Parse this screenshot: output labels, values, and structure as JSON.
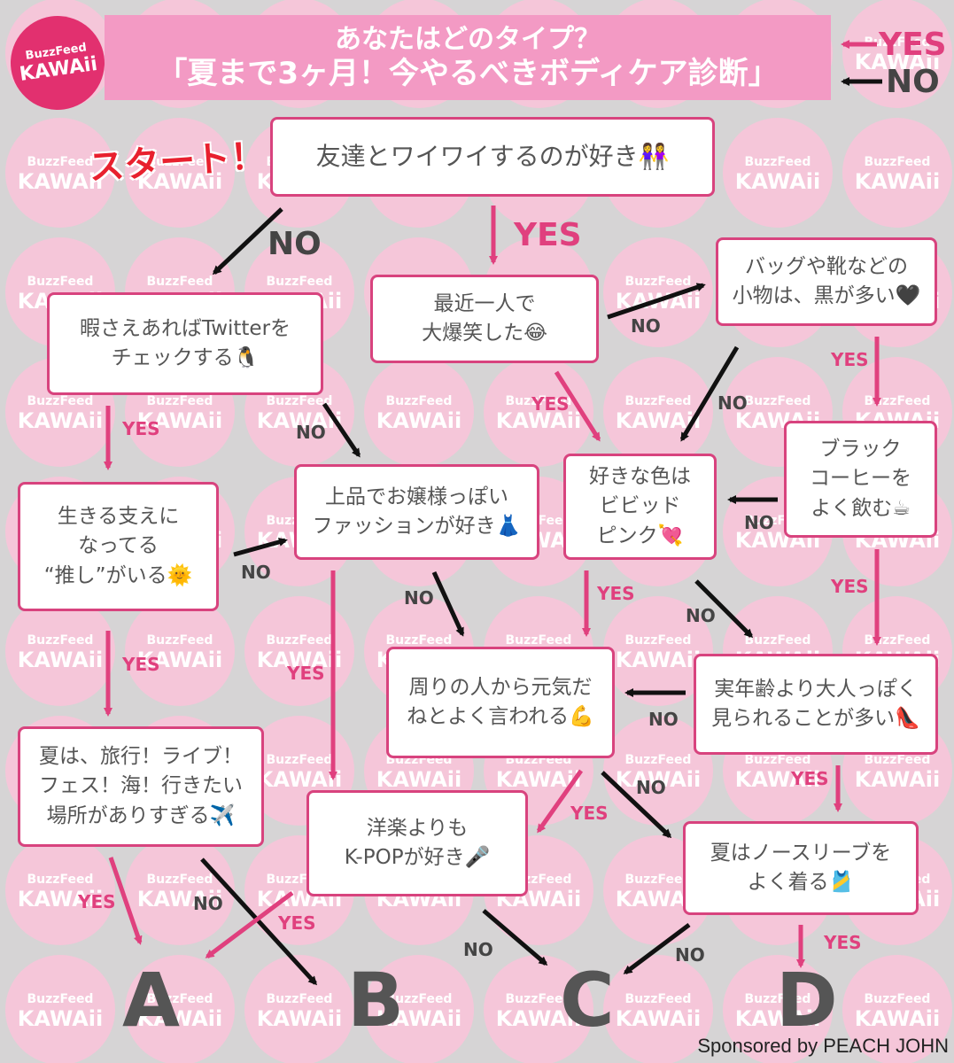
{
  "header": {
    "logo_top": "BuzzFeed",
    "logo_bottom": "KAWAii",
    "title_line1": "あなたはどのタイプ？",
    "title_line2": "「夏まで3ヶ月！今やるべきボディケア診断」"
  },
  "legend": {
    "yes": "YES",
    "no": "NO"
  },
  "start_label": "スタート！",
  "watermark": {
    "top": "BuzzFeed",
    "bottom": "KAWAii"
  },
  "nodes": {
    "friends": "友達とワイワイするのが好き👭",
    "twitter": "暇さえあればTwitterを\nチェックする🐧",
    "laughed": "最近一人で\n大爆笑した😂",
    "bags": "バッグや靴などの\n小物は、黒が多い🖤",
    "oshi": "生きる支えに\nなってる\n“推し”がいる🌞",
    "elegant": "上品でお嬢様っぽい\nファッションが好き👗",
    "pink": "好きな色は\nビビッド\nピンク💘",
    "coffee": "ブラック\nコーヒーを\nよく飲む☕",
    "genki": "周りの人から元気だ\nねとよく言われる💪",
    "otona": "実年齢より大人っぽく\n見られることが多い👠",
    "summer_travel": "夏は、旅行！ライブ！\nフェス！海！行きたい\n場所がありすぎる✈️",
    "kpop": "洋楽よりも\nK-POPが好き🎤",
    "sleeveless": "夏はノースリーブを\nよく着る🎽"
  },
  "results": {
    "a": "A",
    "b": "B",
    "c": "C",
    "d": "D"
  },
  "edge_labels": {
    "friends_no": "NO",
    "friends_yes": "YES",
    "laughed_no": "NO",
    "laughed_yes": "YES",
    "bags_no": "NO",
    "bags_yes": "YES",
    "twitter_yes": "YES",
    "twitter_no": "NO",
    "coffee_no": "NO",
    "coffee_yes": "YES",
    "oshi_no": "NO",
    "oshi_yes": "YES",
    "elegant_no": "NO",
    "elegant_yes": "YES",
    "pink_yes": "YES",
    "pink_no": "NO",
    "otona_no": "NO",
    "otona_yes": "YES",
    "genki_yes": "YES",
    "genki_no": "NO",
    "travel_yes": "YES",
    "travel_no": "NO",
    "kpop_yes": "YES",
    "kpop_no": "NO",
    "sleeveless_no": "NO",
    "sleeveless_yes": "YES"
  },
  "sponsor": "Sponsored by PEACH JOHN",
  "colors": {
    "pink_border": "#d8437e",
    "banner": "#f39ac4",
    "logo": "#e2306f",
    "yes": "#e0407e",
    "no": "#111111",
    "start": "#e8202e"
  }
}
